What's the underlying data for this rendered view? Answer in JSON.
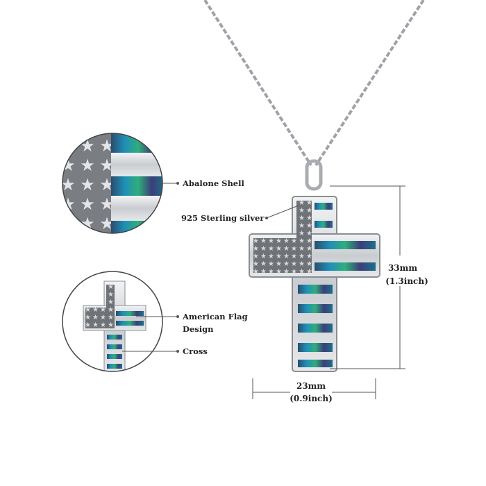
{
  "callouts": {
    "abalone_shell": "Abalone Shell",
    "sterling_silver": "925 Sterling silver",
    "american_flag_line1": "American Flag",
    "american_flag_line2": "Design",
    "cross": "Cross"
  },
  "dimensions": {
    "height_mm": "33mm",
    "height_inch": "(1.3inch)",
    "width_mm": "23mm",
    "width_inch": "(0.9inch)"
  },
  "colors": {
    "silver": "#c9ccd0",
    "silver_dark": "#6f7378",
    "abalone_blue": "#1f8fb8",
    "abalone_green": "#2fae7c",
    "guide_line": "#555555"
  }
}
